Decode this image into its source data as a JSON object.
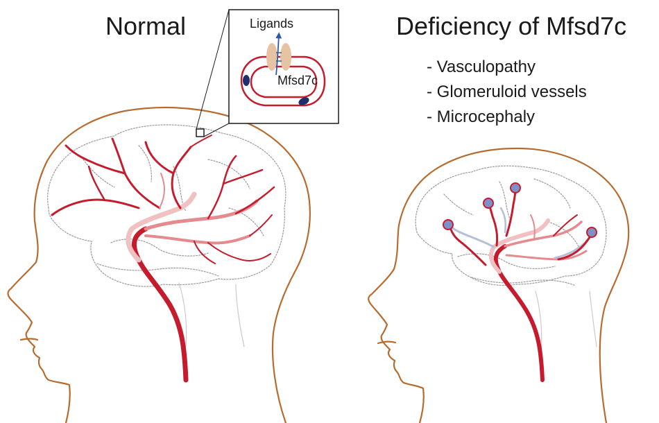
{
  "panels": {
    "normal": {
      "title": "Normal"
    },
    "deficiency": {
      "title": "Deficiency of Mfsd7c",
      "symptoms": [
        "- Vasculopathy",
        "- Glomeruloid vessels",
        "- Microcephaly"
      ]
    }
  },
  "inset": {
    "ligands_label": "Ligands",
    "transporter_label": "Mfsd7c"
  },
  "colors": {
    "head_outline": "#b86b2e",
    "vessel_red": "#c61b2c",
    "vessel_pale": "#f1c0c0",
    "glomeruloid_blue": "#7d90c8",
    "endothelial_nucleus": "#1f2f6b",
    "ligand_tan": "#e6c4a3"
  }
}
